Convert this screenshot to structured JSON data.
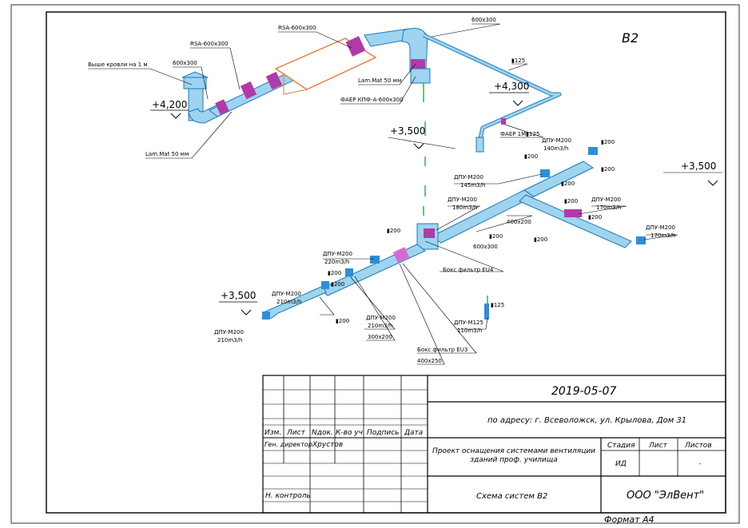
{
  "system_label": "В2",
  "elevations": [
    {
      "id": "e1",
      "text": "+4,200"
    },
    {
      "id": "e2",
      "text": "+4,300"
    },
    {
      "id": "e3",
      "text": "+3,500"
    },
    {
      "id": "e4",
      "text": "+3,500"
    },
    {
      "id": "e5",
      "text": "+3,500"
    }
  ],
  "labels": {
    "roof": "Выше кровли на 1 м",
    "d600x300_a": "600х300",
    "rsa1": "RSA-600x300",
    "rsa2": "RSA-600x300",
    "d600x300_b": "600х300",
    "lam1": "Lam.Mat 50 мм",
    "lam2": "Lam.Mat 50 мм",
    "faer_kpf": "ФАЕР КПФ-А-600х300",
    "d125_top": "▮125",
    "faer1m": "ФАЕР 1М▮125",
    "dpu140": "ДПУ-М200",
    "dpu140_flow": "140m3/h",
    "c200_1": "▮200",
    "c200_2": "▮200",
    "dpu145": "ДПУ-М200",
    "dpu145_flow": "145m3/h",
    "c200_3": "▮200",
    "c200_4": "▮200",
    "dpu180": "ДПУ-М200",
    "dpu180_flow": "180m3/h",
    "dpu170a": "ДПУ-М200",
    "dpu170a_flow": "170m3/h",
    "c200_5": "▮200",
    "c200_6": "▮200",
    "dpu170b": "ДПУ-М200",
    "dpu170b_flow": "170m3/h",
    "d400x200": "400х200",
    "c200_7": "▮200",
    "c200_8": "▮200",
    "d600x300_c": "600х300",
    "dpu220": "ДПУ-М200",
    "dpu220_flow": "220m3/h",
    "box_eu4": "Бокс фильтр EU4",
    "c200_9": "▮200",
    "c200_10": "▮200",
    "dpu210a": "ДПУ-М200",
    "dpu210a_flow": "210m3/h",
    "dpu210b": "ДПУ-М200",
    "dpu210b_flow": "210m3/h",
    "dpu210c": "ДПУ-М200",
    "dpu210c_flow": "210m3/h",
    "c200_11": "▮200",
    "d300x200": "300х200",
    "box_eu3": "Бокс фильтр EU3",
    "d400x250": "400х250",
    "d125_low": "▮125",
    "dpu125": "ДПУ-М125",
    "dpu125_flow": "110m3/h"
  },
  "title_block": {
    "date": "2019-05-07",
    "address": "по адресу: г. Всеволожск, ул. Крылова, Дом 31",
    "col_izm": "Изм.",
    "col_list": "Лист",
    "col_ndok": "Nдок.",
    "col_kvo": "К-во уч",
    "col_podpis": "Подпись",
    "col_data": "Дата",
    "role_gen": "Ген. директор",
    "name_gen": "Хрустов",
    "role_nk": "Н. контроль",
    "project": "Проект оснащения системами вентиляции зданий проф. училища",
    "project_l1": "Проект оснащения системами вентиляции",
    "project_l2": "зданий проф. училища",
    "stage_h": "Стадия",
    "sheet_h": "Лист",
    "sheets_h": "Листов",
    "stage_v": "ИД",
    "sheets_v": "-",
    "scheme": "Схема систем В2",
    "company": "ООО \"ЭлВент\"",
    "format": "Формат А4"
  },
  "colors": {
    "duct": "#9ed4ef",
    "duct_edge": "#1f79ba",
    "fitting": "#b23aa8",
    "insulated": "#e5793c",
    "vertical_marker": "#29a845"
  }
}
